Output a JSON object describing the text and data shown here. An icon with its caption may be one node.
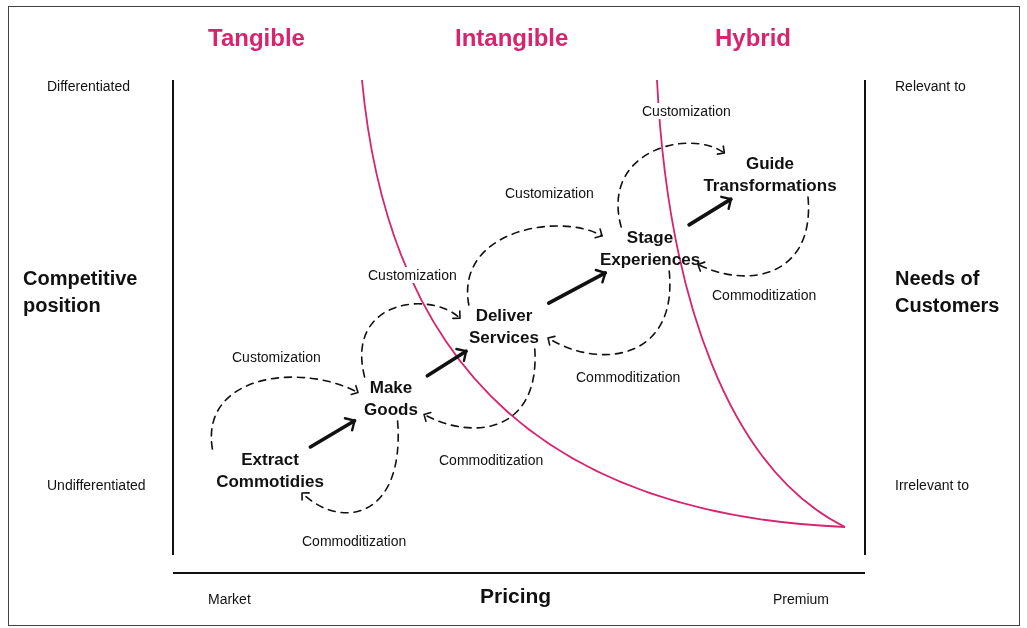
{
  "diagram": {
    "nodes": [
      {
        "text": [
          "Extract Commotidies"
        ]
      },
      {
        "text": [
          "Make Goods"
        ]
      },
      {
        "text": [
          "Deliver Services"
        ]
      },
      {
        "text": [
          "Stage Experiences"
        ]
      },
      {
        "text": [
          "Guide Transformations"
        ]
      }
    ],
    "edges": [
      {
        "from": 0,
        "to": 1,
        "arrow": "to",
        "style": "thick"
      },
      {
        "from": 0,
        "to": 1,
        "arrow": "to",
        "style": "dashed",
        "label": "Customization"
      },
      {
        "from": 1,
        "to": 0,
        "arrow": "to",
        "style": "dashed",
        "label": "Commoditization"
      },
      {
        "from": 1,
        "to": 2,
        "arrow": "to",
        "style": "thick"
      },
      {
        "from": 1,
        "to": 2,
        "arrow": "to",
        "style": "dashed",
        "label": "Customization"
      },
      {
        "from": 2,
        "to": 1,
        "arrow": "to",
        "style": "dashed",
        "label": "Commoditization"
      },
      {
        "from": 2,
        "to": 3,
        "arrow": "to",
        "style": "thick"
      },
      {
        "from": 2,
        "to": 3,
        "arrow": "to",
        "style": "dashed",
        "label": "Customization"
      },
      {
        "from": 3,
        "to": 2,
        "arrow": "to",
        "style": "dashed",
        "label": "Commoditization"
      },
      {
        "from": 3,
        "to": 4,
        "arrow": "to",
        "style": "thick"
      },
      {
        "from": 3,
        "to": 4,
        "arrow": "to",
        "style": "dashed",
        "label": "Customization"
      },
      {
        "from": 4,
        "to": 3,
        "arrow": "to",
        "style": "dashed",
        "label": "Commoditization"
      }
    ],
    "labels": [
      "Tangible",
      "Intangible",
      "Hybrid",
      "Differentiated",
      "Relevant to",
      "Competitive position",
      "Needs of Customers",
      "Undifferentiated",
      "Irrelevant to",
      "Market",
      "Pricing",
      "Premium"
    ]
  }
}
